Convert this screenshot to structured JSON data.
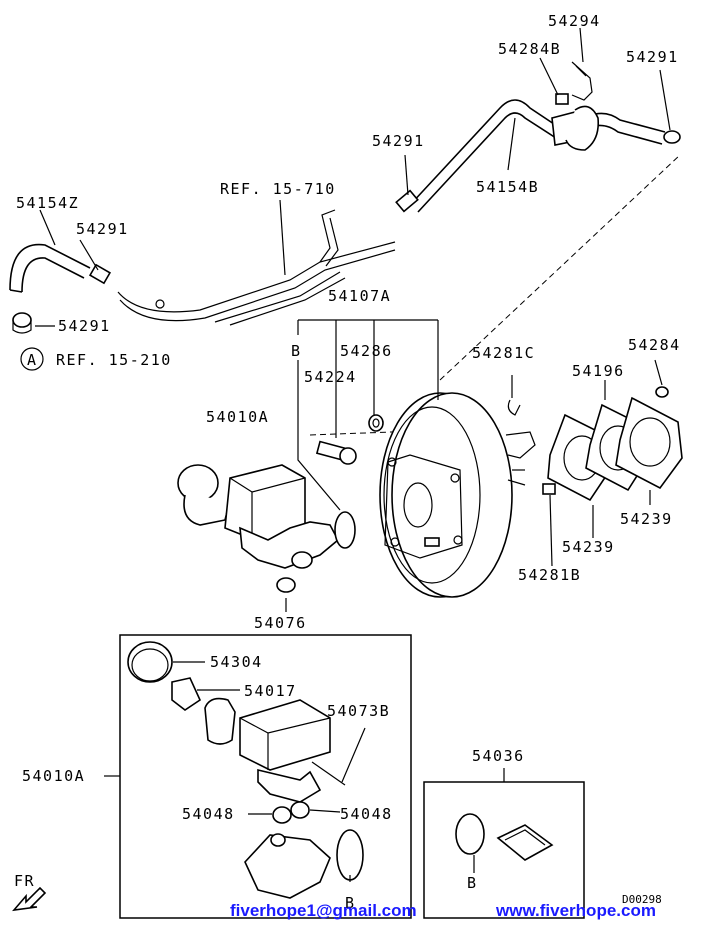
{
  "labels": {
    "p54294": "54294",
    "p54284B": "54284B",
    "p54291_top": "54291",
    "p54291_mid": "54291",
    "p54154B": "54154B",
    "p54154Z": "54154Z",
    "p54291_left": "54291",
    "p54291_a": "54291",
    "ref15710": "REF. 15-710",
    "ref15210": "REF. 15-210",
    "circle_a": "A",
    "p54107A": "54107A",
    "letter_b": "B",
    "p54286": "54286",
    "p54224": "54224",
    "p54281C": "54281C",
    "p54196": "54196",
    "p54284": "54284",
    "p54010A": "54010A",
    "p54239_r": "54239",
    "p54239_l": "54239",
    "p54281B": "54281B",
    "p54076": "54076",
    "p54304": "54304",
    "p54017": "54017",
    "p54073B": "54073B",
    "p54010A_box": "54010A",
    "p54048_l": "54048",
    "p54048_r": "54048",
    "letter_b_box": "B",
    "p54036": "54036",
    "letter_b_kit": "B",
    "fr": "FR",
    "drawing_no": "D00298"
  },
  "watermark": {
    "email": "fiverhope1@gmail.com",
    "website": "www.fiverhope.com"
  },
  "colors": {
    "line": "#000000",
    "watermark": "#1a1aff",
    "background": "#ffffff"
  }
}
